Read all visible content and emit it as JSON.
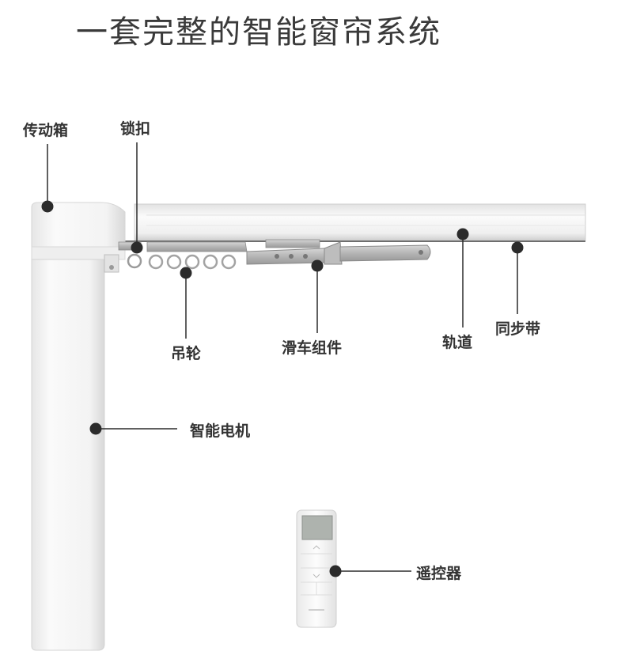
{
  "title": "一套完整的智能窗帘系统",
  "labels": {
    "drive_box": "传动箱",
    "lock_clip": "锁扣",
    "hanging_wheels": "吊轮",
    "pulley_assembly": "滑车组件",
    "track": "轨道",
    "sync_belt": "同步带",
    "smart_motor": "智能电机",
    "remote": "遥控器"
  },
  "colors": {
    "text": "#333333",
    "title": "#3a3a3a",
    "leader": "#2b2b2b",
    "product_white": "#f4f4f4"
  }
}
